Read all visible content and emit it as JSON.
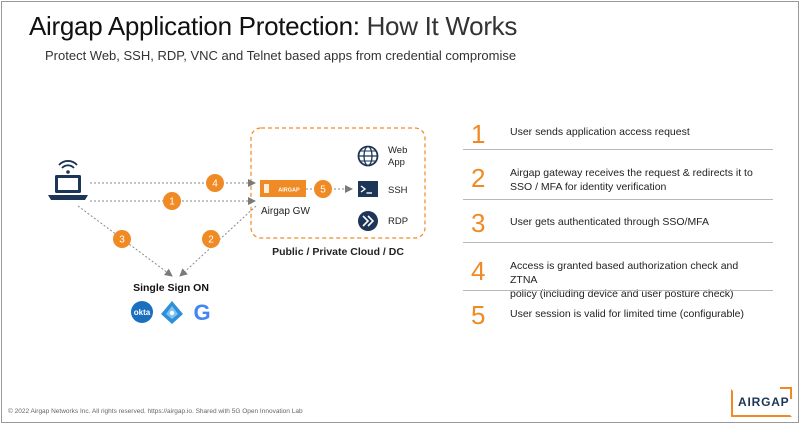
{
  "header": {
    "title_main": "Airgap Application Protection:",
    "title_sub": " How It Works",
    "subtitle": "Protect Web, SSH, RDP, VNC and Telnet based apps from credential compromise"
  },
  "diagram": {
    "cloud_label": "Public / Private Cloud / DC",
    "gateway_badge": "AIRGAP",
    "gateway_label": "Airgap GW",
    "sso_label": "Single Sign ON",
    "apps": [
      {
        "label_line1": "Web",
        "label_line2": "App",
        "icon": "globe-icon"
      },
      {
        "label_line1": "SSH",
        "label_line2": "",
        "icon": "terminal-icon"
      },
      {
        "label_line1": "RDP",
        "label_line2": "",
        "icon": "remote-desktop-icon"
      }
    ],
    "arrow_numbers": [
      "1",
      "2",
      "3",
      "4",
      "5"
    ],
    "sso_providers": [
      {
        "name": "okta",
        "icon": "okta-icon"
      },
      {
        "name": "",
        "icon": "azure-ad-icon"
      },
      {
        "name": "G",
        "icon": "google-icon"
      }
    ]
  },
  "steps": [
    {
      "num": "1",
      "line1": "User sends application access request",
      "line2": ""
    },
    {
      "num": "2",
      "line1": "Airgap gateway receives the request & redirects it to",
      "line2": "SSO / MFA for identity verification"
    },
    {
      "num": "3",
      "line1": "User gets authenticated through SSO/MFA",
      "line2": ""
    },
    {
      "num": "4",
      "line1": "Access is granted based authorization check and ZTNA",
      "line2": "policy (including device and user posture check)"
    },
    {
      "num": "5",
      "line1": "User session is valid for limited time (configurable)",
      "line2": ""
    }
  ],
  "footer": {
    "copyright": "© 2022 Airgap Networks Inc. All rights reserved. https://airgap.io. Shared with 5G Open Innovation Lab",
    "logo_text": "AIRGAP"
  },
  "colors": {
    "accent": "#f08a24",
    "navy": "#1d3557",
    "arrow_gray": "#8a8a8a"
  }
}
